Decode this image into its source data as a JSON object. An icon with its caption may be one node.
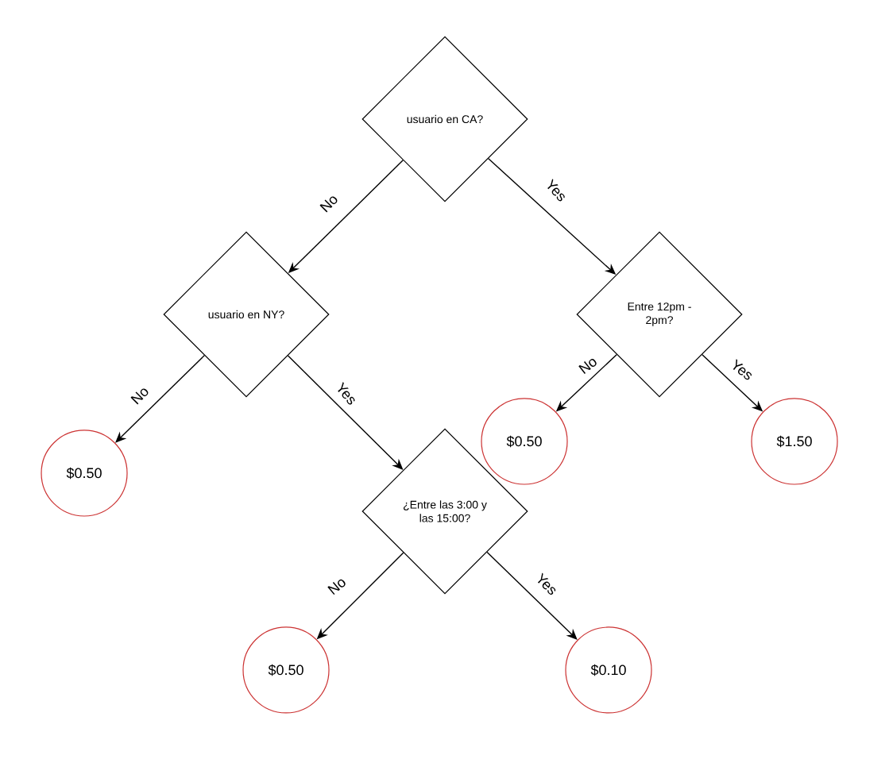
{
  "diagram": {
    "nodes": [
      {
        "text": [
          "usuario en CA?"
        ]
      },
      {
        "text": [
          "usuario en NY?"
        ]
      },
      {
        "text": [
          "Entre 12pm - 2pm?"
        ]
      },
      {
        "text": [
          "$0.50"
        ]
      },
      {
        "text": [
          "¿Entre las 3:00 y las 15:00?"
        ]
      },
      {
        "text": [
          "$0.50"
        ]
      },
      {
        "text": [
          "$1.50"
        ]
      },
      {
        "text": [
          "$0.50"
        ]
      },
      {
        "text": [
          "$0.10"
        ]
      }
    ],
    "edges": [
      {
        "from": 0,
        "to": 1,
        "arrow": "to",
        "label": "No"
      },
      {
        "from": 0,
        "to": 2,
        "arrow": "to",
        "label": "Yes"
      },
      {
        "from": 1,
        "to": 3,
        "arrow": "to",
        "label": "No"
      },
      {
        "from": 1,
        "to": 4,
        "arrow": "to",
        "label": "Yes"
      },
      {
        "from": 2,
        "to": 5,
        "arrow": "to",
        "label": "No"
      },
      {
        "from": 2,
        "to": 6,
        "arrow": "to",
        "label": "Yes"
      },
      {
        "from": 4,
        "to": 7,
        "arrow": "to",
        "label": "No"
      },
      {
        "from": 4,
        "to": 8,
        "arrow": "to",
        "label": "Yes"
      }
    ]
  }
}
